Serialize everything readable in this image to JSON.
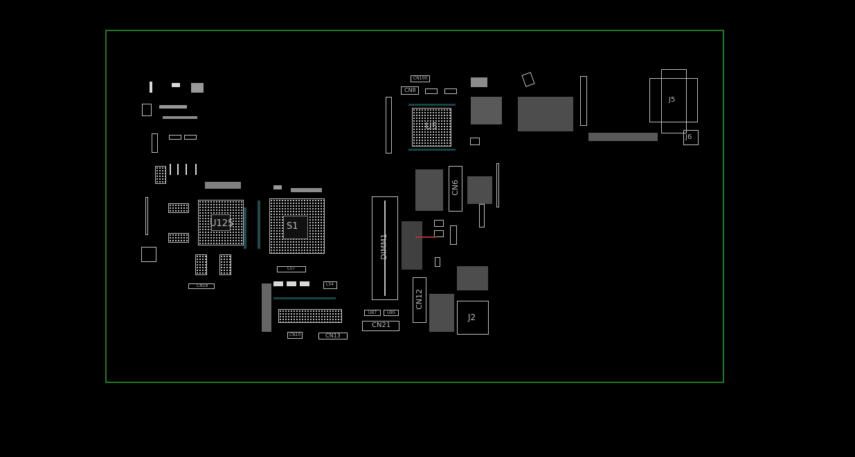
{
  "board": {
    "outline_color": "#1f7a1f",
    "background": "#000000",
    "component_color": "#bfbfbf"
  },
  "labels": {
    "u125": "U125",
    "s1": "S1",
    "u5": "U5",
    "dimm1": "DIMM1",
    "cn6": "CN6",
    "cn12": "CN12",
    "cn21": "CN21",
    "cn13": "CN13",
    "cn8": "CN8",
    "j2": "J2",
    "j5": "J5",
    "j6": "J6",
    "l57": "L57",
    "l54": "L54",
    "u87": "U87",
    "u85": "U85",
    "cn10": "CN10",
    "cn18": "CN18",
    "cn100": "CN100"
  }
}
